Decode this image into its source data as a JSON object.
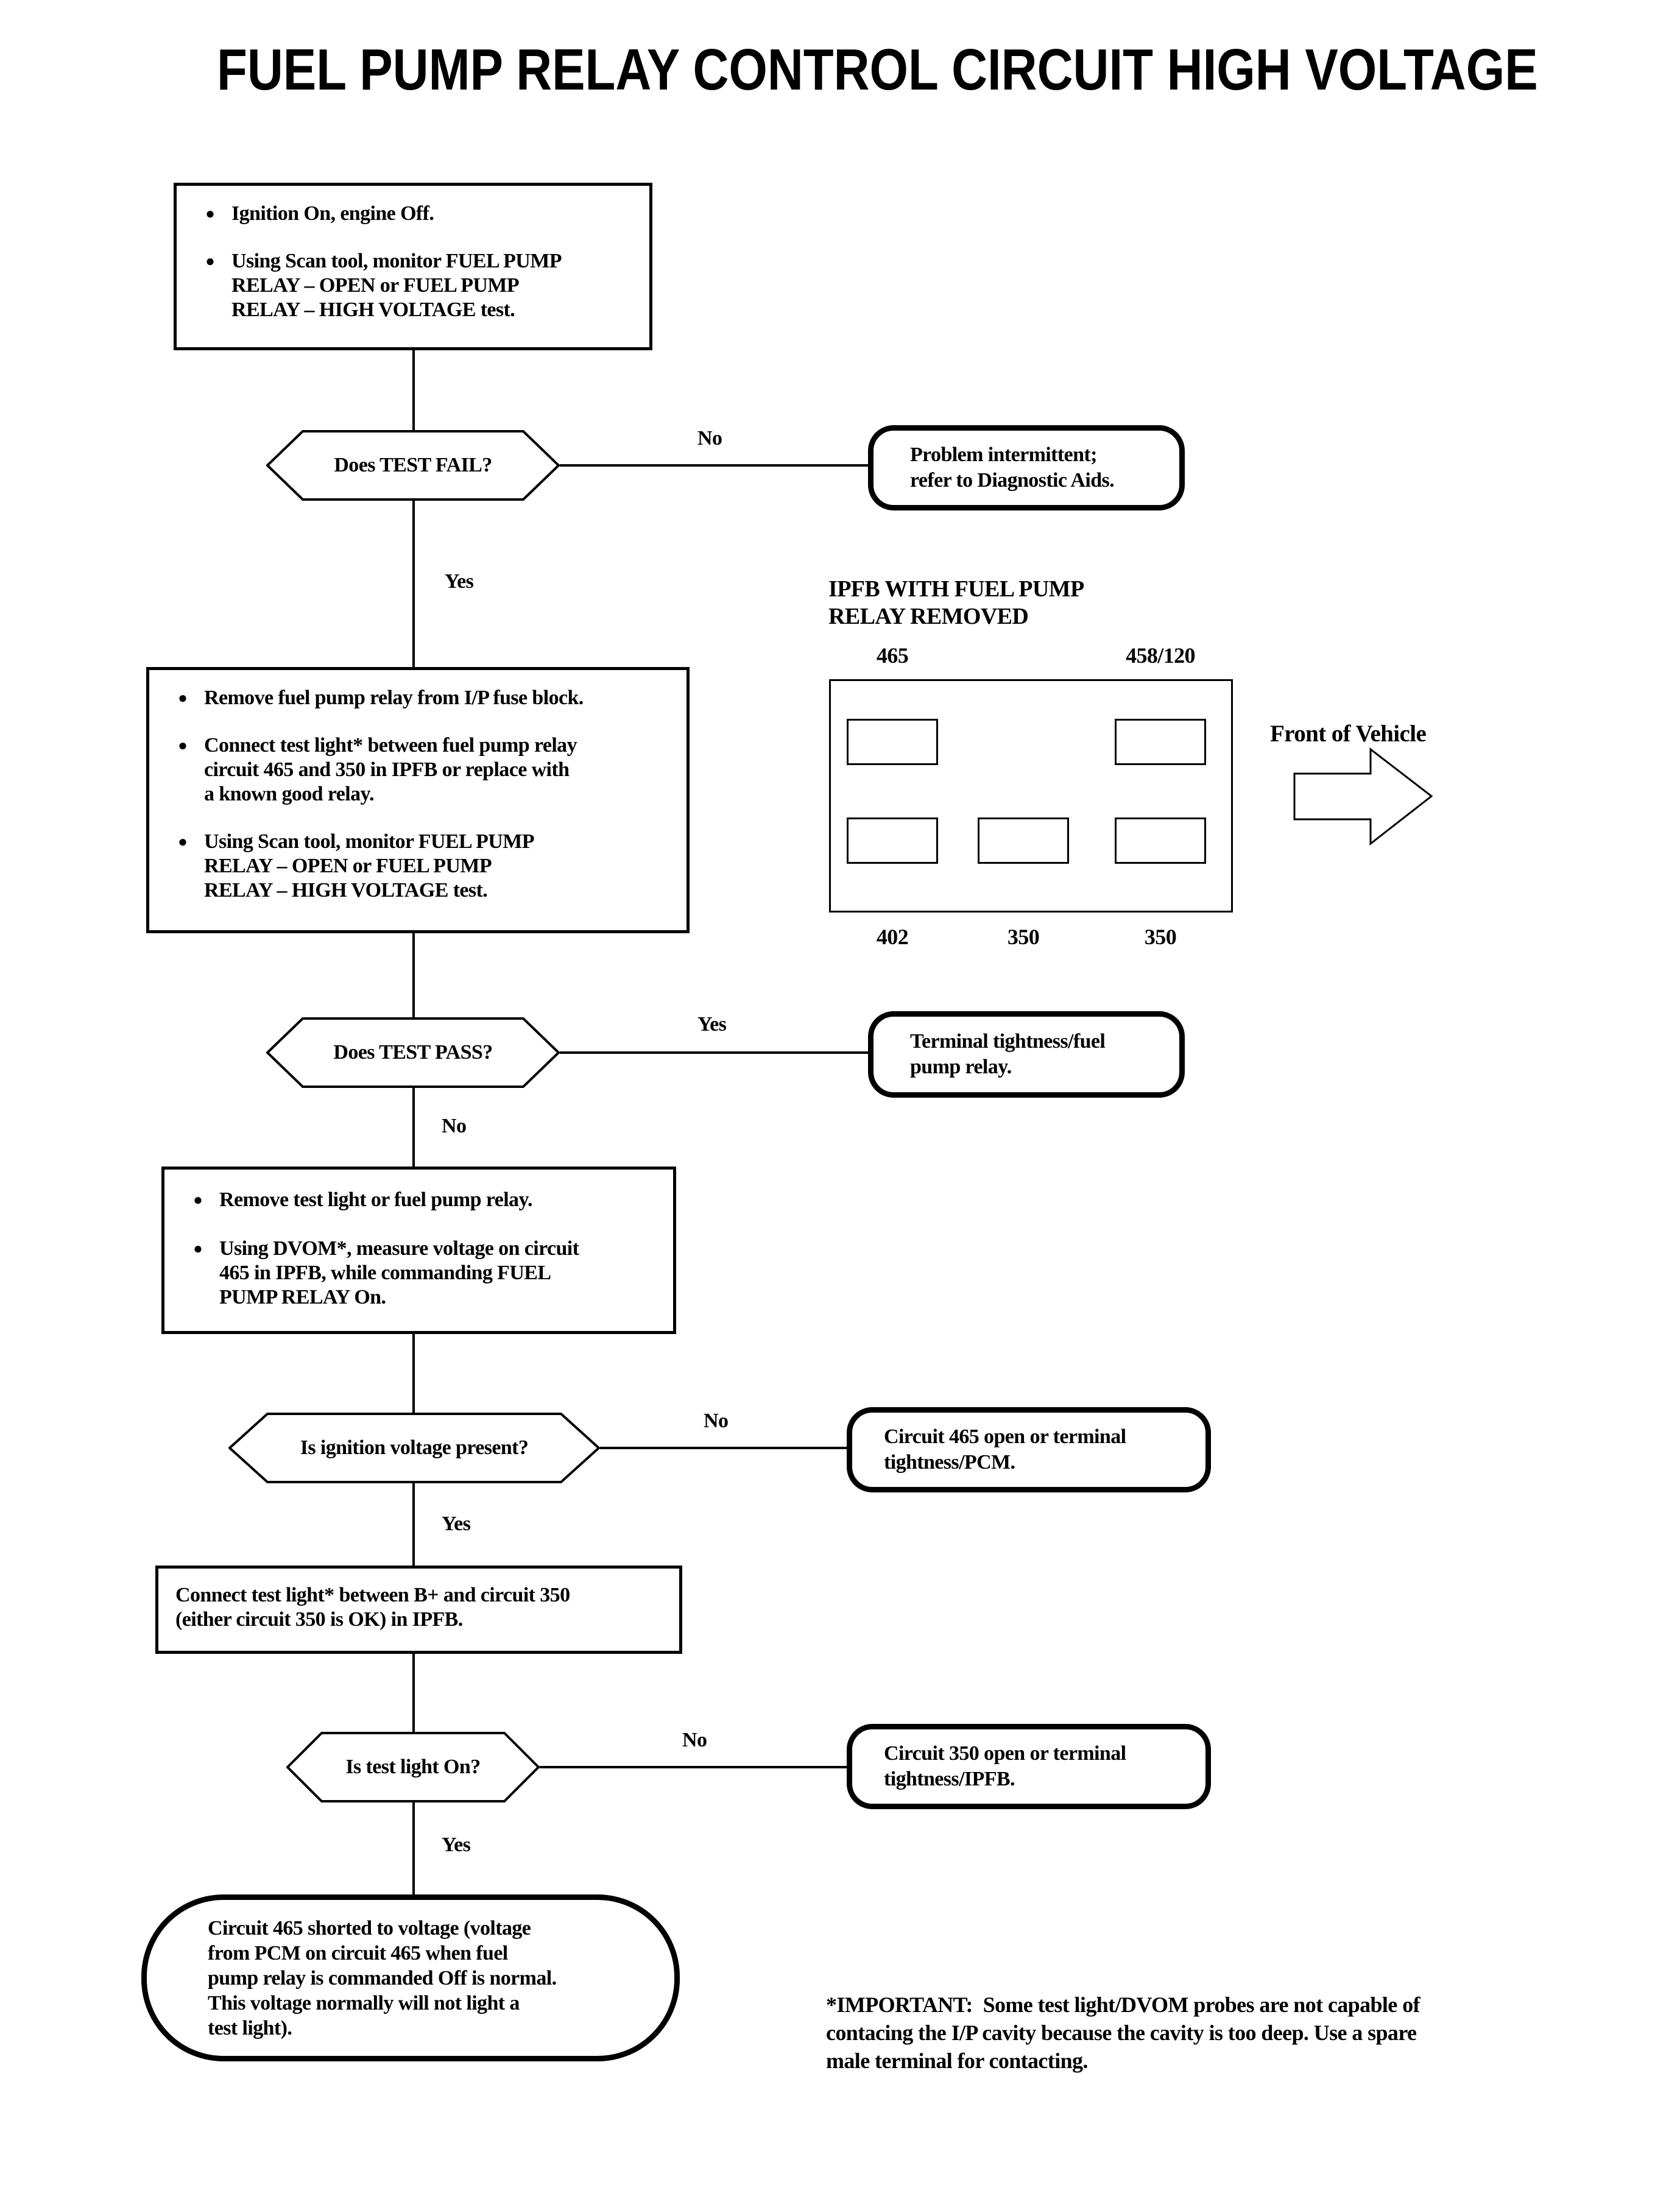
{
  "page": {
    "title": "FUEL PUMP RELAY CONTROL CIRCUIT HIGH VOLTAGE"
  },
  "steps": {
    "step1": {
      "bullets": [
        "Ignition On, engine Off.",
        "Using Scan tool, monitor FUEL PUMP\nRELAY – OPEN or FUEL PUMP\nRELAY – HIGH VOLTAGE test."
      ]
    },
    "step2": {
      "bullets": [
        "Remove fuel pump relay from I/P fuse block.",
        "Connect test light* between fuel pump relay\ncircuit 465 and 350 in IPFB or replace with\na known good relay.",
        "Using Scan tool, monitor FUEL PUMP\nRELAY – OPEN or FUEL PUMP\nRELAY – HIGH VOLTAGE test."
      ]
    },
    "step3": {
      "bullets": [
        "Remove test light or fuel pump relay.",
        "Using DVOM*, measure voltage on circuit\n465 in IPFB, while commanding FUEL\nPUMP RELAY On."
      ]
    },
    "step4": {
      "text": "Connect test light* between B+ and circuit 350\n(either circuit 350 is OK) in IPFB."
    }
  },
  "decisions": {
    "d1": "Does TEST FAIL?",
    "d2": "Does TEST PASS?",
    "d3": "Is ignition voltage present?",
    "d4": "Is test light On?"
  },
  "branch_labels": {
    "no1": "No",
    "yes1": "Yes",
    "yes2": "Yes",
    "no2": "No",
    "no3": "No",
    "yes3": "Yes",
    "no4": "No",
    "yes4": "Yes"
  },
  "results": {
    "r1": "Problem intermittent;\nrefer to Diagnostic Aids.",
    "r2": "Terminal tightness/fuel\npump relay.",
    "r3": "Circuit 465 open or terminal\ntightness/PCM.",
    "r4": "Circuit 350 open or terminal\ntightness/IPFB."
  },
  "conclusion": "Circuit 465 shorted to voltage (voltage\nfrom PCM on circuit 465 when fuel\npump relay is commanded Off is normal.\nThis voltage normally will not light a\ntest light).",
  "ipfb": {
    "header": "IPFB WITH FUEL PUMP\nRELAY REMOVED",
    "top_labels": [
      "465",
      "458/120"
    ],
    "bottom_labels": [
      "402",
      "350",
      "350"
    ],
    "front_label": "Front of Vehicle"
  },
  "footnote": "*IMPORTANT:  Some test light/DVOM probes are not capable of\ncontacing the I/P cavity because the cavity is too deep. Use a spare\nmale terminal for contacting.",
  "colors": {
    "ink": "#000000",
    "paper": "#ffffff"
  }
}
